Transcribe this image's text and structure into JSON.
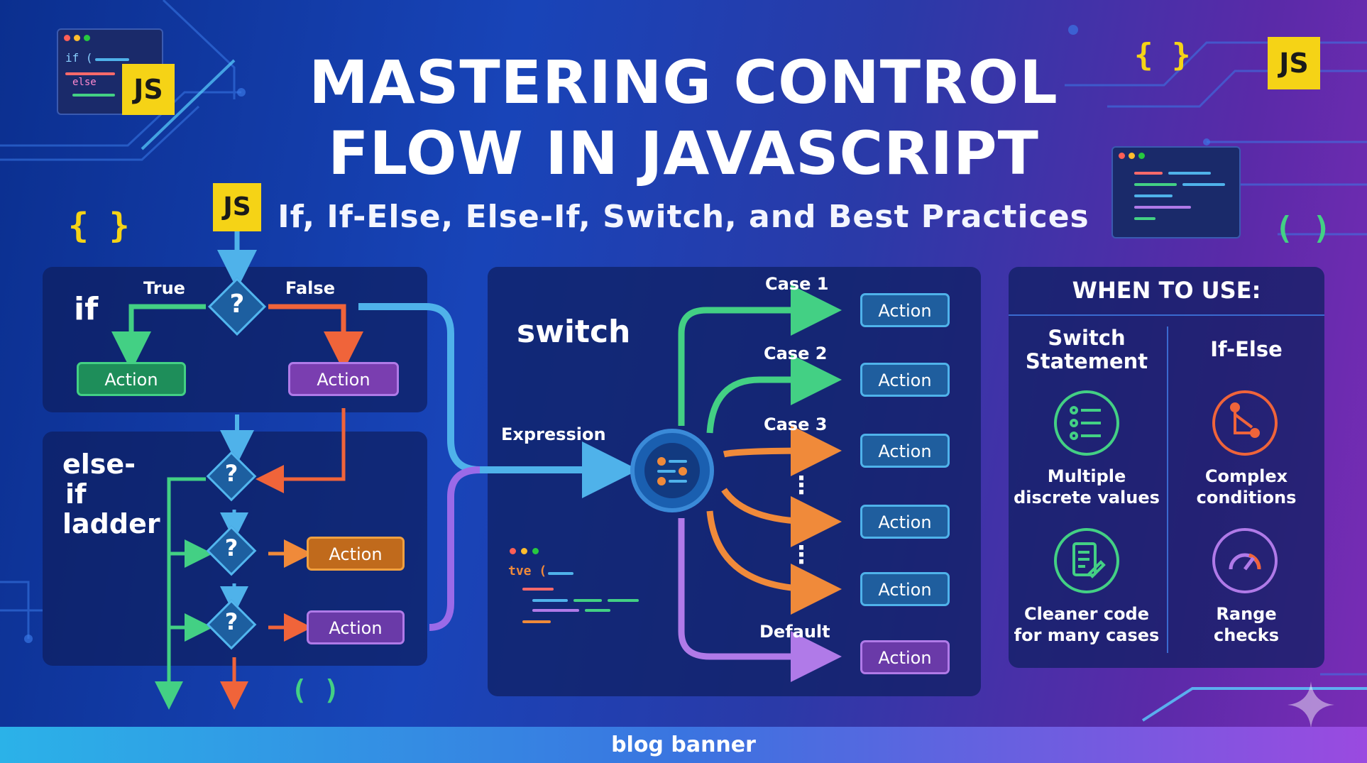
{
  "title": {
    "line1": "MASTERING CONTROL",
    "line2": "FLOW IN JAVASCRIPT",
    "subtitle": "If, If-Else, Else-If, Switch, and Best Practices"
  },
  "badges": {
    "js": "JS"
  },
  "decor": {
    "brace_curly": "{ }",
    "brace_round": "( )",
    "code_if": "if (",
    "code_else": "else",
    "code_true": "tve ("
  },
  "if_panel": {
    "label": "if",
    "true_label": "True",
    "false_label": "False",
    "decision": "?",
    "action_true": "Action",
    "action_false": "Action"
  },
  "elseif_panel": {
    "label_lines": [
      "else-",
      "if",
      "ladder"
    ],
    "decision": "?",
    "actions": [
      "Action",
      "Action"
    ]
  },
  "switch_panel": {
    "label": "switch",
    "expression_label": "Expression",
    "cases": [
      {
        "label": "Case 1",
        "action": "Action"
      },
      {
        "label": "Case 2",
        "action": "Action"
      },
      {
        "label": "Case 3",
        "action": "Action"
      },
      {
        "label": "",
        "action": "Action"
      },
      {
        "label": "",
        "action": "Action"
      },
      {
        "label": "Default",
        "action": "Action"
      }
    ],
    "ellipsis": "⋮"
  },
  "when_panel": {
    "title": "WHEN TO USE:",
    "switch_title": [
      "Switch",
      "Statement"
    ],
    "ifelse_title": "If-Else",
    "items": [
      {
        "caption": [
          "Multiple",
          "discrete values"
        ],
        "icon": "list-icon"
      },
      {
        "caption": [
          "Complex",
          "conditions"
        ],
        "icon": "branch-icon"
      },
      {
        "caption": [
          "Cleaner code",
          "for many cases"
        ],
        "icon": "document-edit-icon"
      },
      {
        "caption": [
          "Range",
          "checks"
        ],
        "icon": "gauge-icon"
      }
    ]
  },
  "colors": {
    "green": "#43d084",
    "orange": "#f08a3a",
    "purple": "#b07ae8",
    "blue": "#4fb2ea",
    "yellow": "#f5d316"
  },
  "footer": {
    "text": "blog banner"
  }
}
